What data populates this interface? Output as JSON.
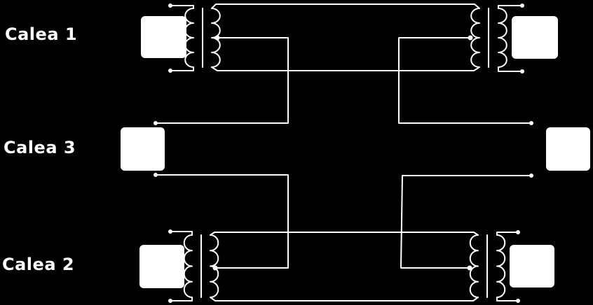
{
  "labels": {
    "channel_1": "Calea 1",
    "channel_3": "Calea 3",
    "channel_2": "Calea 2"
  },
  "colors": {
    "background": "#000000",
    "foreground": "#ffffff"
  }
}
